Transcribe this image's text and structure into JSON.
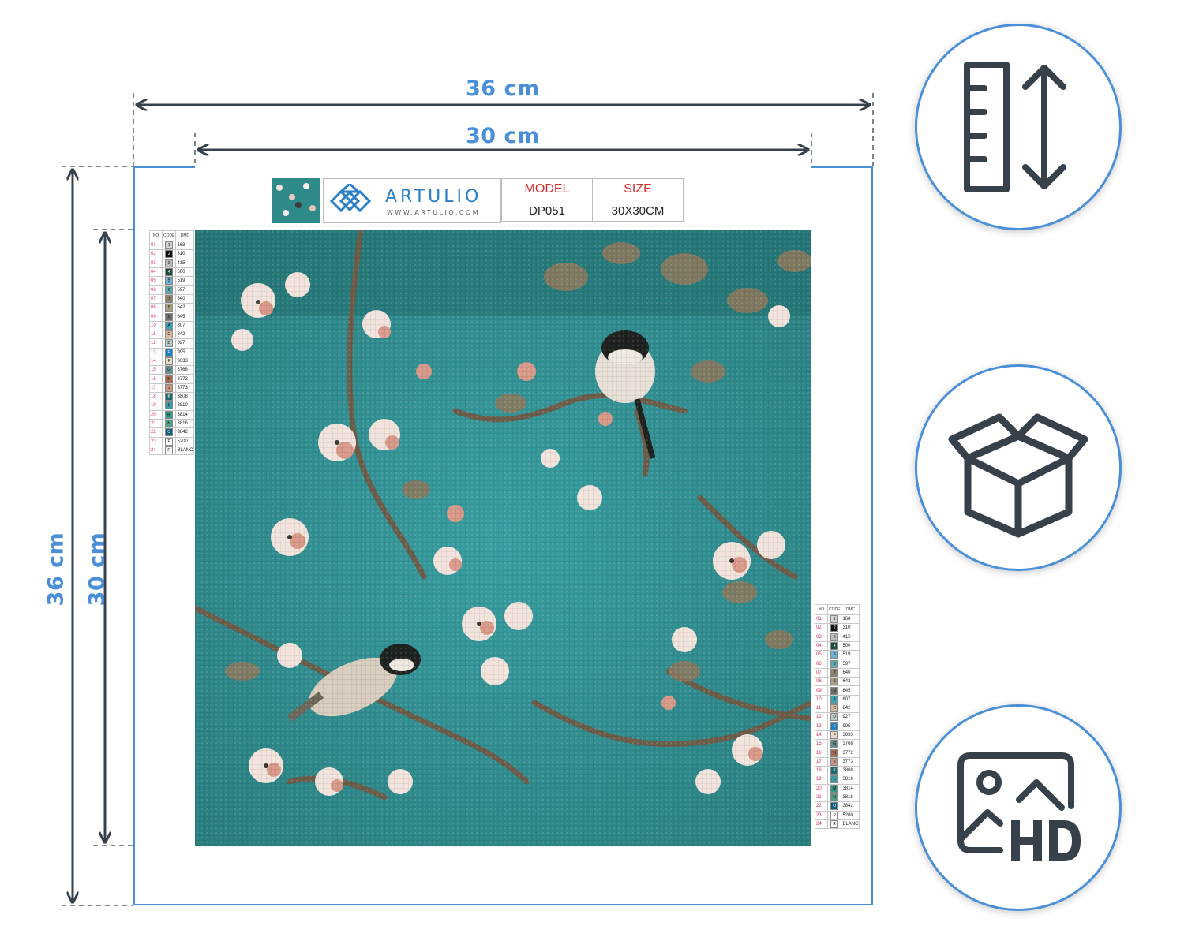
{
  "dimensions": {
    "outer_width_label": "36 cm",
    "inner_width_label": "30 cm",
    "outer_height_label": "36 cm",
    "inner_height_label": "30 cm"
  },
  "header": {
    "brand_name": "ARTULIO",
    "brand_url": "WWW.ARTULIO.COM",
    "model_header": "MODEL",
    "size_header": "SIZE",
    "model_value": "DP051",
    "size_value": "30X30CM"
  },
  "legend": {
    "headers": [
      "NO",
      "CODE",
      "DMC"
    ],
    "rows": [
      {
        "no": "01",
        "code": "1",
        "dmc": "168",
        "color": "#cfd3d6"
      },
      {
        "no": "02",
        "code": "2",
        "dmc": "310",
        "color": "#111111"
      },
      {
        "no": "03",
        "code": "3",
        "dmc": "415",
        "color": "#b9bcbf"
      },
      {
        "no": "04",
        "code": "4",
        "dmc": "500",
        "color": "#1f4a3c"
      },
      {
        "no": "05",
        "code": "5",
        "dmc": "519",
        "color": "#6eaed0"
      },
      {
        "no": "06",
        "code": "6",
        "dmc": "597",
        "color": "#5aa9b0"
      },
      {
        "no": "07",
        "code": "7",
        "dmc": "640",
        "color": "#8b8267"
      },
      {
        "no": "08",
        "code": "8",
        "dmc": "642",
        "color": "#a89d80"
      },
      {
        "no": "09",
        "code": "9",
        "dmc": "645",
        "color": "#6e6e68"
      },
      {
        "no": "10",
        "code": "A",
        "dmc": "807",
        "color": "#3aa3b0"
      },
      {
        "no": "11",
        "code": "C",
        "dmc": "842",
        "color": "#d8b9a0"
      },
      {
        "no": "12",
        "code": "D",
        "dmc": "927",
        "color": "#b7c8c6"
      },
      {
        "no": "13",
        "code": "E",
        "dmc": "995",
        "color": "#1e7fc0"
      },
      {
        "no": "14",
        "code": "F",
        "dmc": "3033",
        "color": "#e2d9c8"
      },
      {
        "no": "15",
        "code": "G",
        "dmc": "3768",
        "color": "#5f8e8c"
      },
      {
        "no": "16",
        "code": "H",
        "dmc": "3772",
        "color": "#a56c55"
      },
      {
        "no": "17",
        "code": "J",
        "dmc": "3773",
        "color": "#c89580"
      },
      {
        "no": "18",
        "code": "K",
        "dmc": "3808",
        "color": "#1f6a6f"
      },
      {
        "no": "19",
        "code": "L",
        "dmc": "3810",
        "color": "#3b9aa0"
      },
      {
        "no": "20",
        "code": "M",
        "dmc": "3814",
        "color": "#2f9a86"
      },
      {
        "no": "21",
        "code": "N",
        "dmc": "3816",
        "color": "#4f9f84"
      },
      {
        "no": "22",
        "code": "O",
        "dmc": "3842",
        "color": "#0f5c80"
      },
      {
        "no": "23",
        "code": "P",
        "dmc": "5200",
        "color": "#ffffff"
      },
      {
        "no": "24",
        "code": "R",
        "dmc": "BLANC",
        "color": "#f7f7f7"
      }
    ]
  },
  "icons": [
    {
      "name": "ruler-arrow-icon"
    },
    {
      "name": "package-box-icon"
    },
    {
      "name": "hd-image-icon"
    }
  ],
  "colors": {
    "accent": "#4a8fd8",
    "dark_arrow": "#36414c",
    "icon_stroke": "#36414c",
    "mosaic_teal": "#2e8e90",
    "blossom_pink": "#d99a8a",
    "branch_brown": "#7a6a55"
  }
}
